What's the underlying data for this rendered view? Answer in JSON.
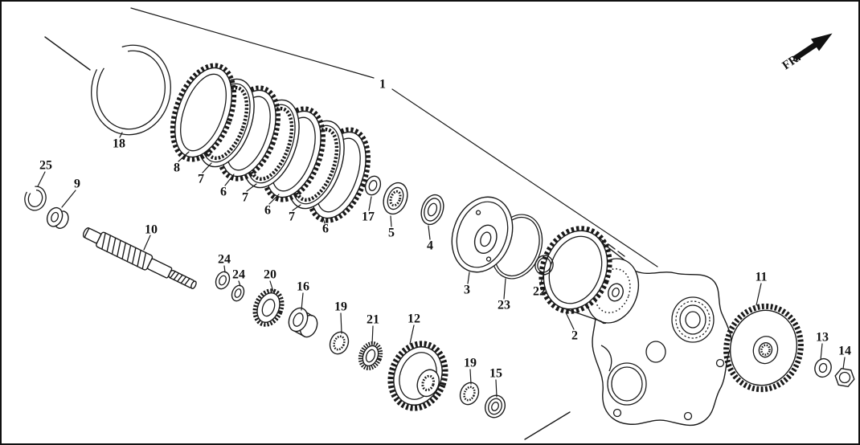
{
  "diagram": {
    "direction_label": "FR.",
    "ink_color": "#1a1a1a",
    "background_color": "#ffffff",
    "part_labels": [
      {
        "text": "18"
      },
      {
        "text": "8"
      },
      {
        "text": "7"
      },
      {
        "text": "6"
      },
      {
        "text": "7"
      },
      {
        "text": "6"
      },
      {
        "text": "7"
      },
      {
        "text": "6"
      },
      {
        "text": "1"
      },
      {
        "text": "17"
      },
      {
        "text": "5"
      },
      {
        "text": "4"
      },
      {
        "text": "3"
      },
      {
        "text": "23"
      },
      {
        "text": "22"
      },
      {
        "text": "2"
      },
      {
        "text": "25"
      },
      {
        "text": "9"
      },
      {
        "text": "10"
      },
      {
        "text": "24"
      },
      {
        "text": "24"
      },
      {
        "text": "20"
      },
      {
        "text": "16"
      },
      {
        "text": "19"
      },
      {
        "text": "21"
      },
      {
        "text": "12"
      },
      {
        "text": "19"
      },
      {
        "text": "15"
      },
      {
        "text": "11"
      },
      {
        "text": "13"
      },
      {
        "text": "14"
      }
    ]
  }
}
